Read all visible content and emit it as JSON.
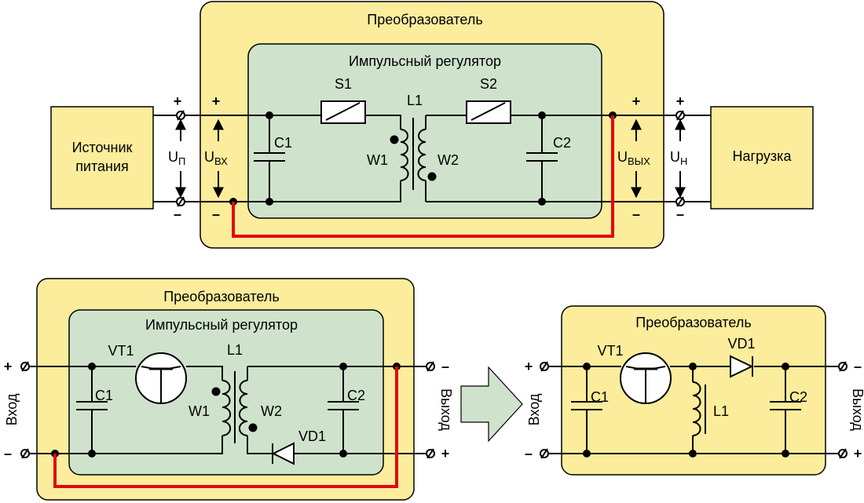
{
  "colors": {
    "converter_fill": "#fbed9c",
    "converter_stroke": "#000000",
    "regulator_fill": "#cfe3cc",
    "block_fill": "#fbed9c",
    "wire": "#000000",
    "ground_wire": "#e30613",
    "arrow_fill": "#cfe3cc"
  },
  "top": {
    "converter_label": "Преобразователь",
    "regulator_label": "Импульсный регулятор",
    "source_line1": "Источник",
    "source_line2": "питания",
    "load_label": "Нагрузка",
    "plus": "+",
    "minus": "–",
    "u_p_main": "U",
    "u_p_sub": "П",
    "u_in_main": "U",
    "u_in_sub": "ВХ",
    "u_out_main": "U",
    "u_out_sub": "ВЫХ",
    "u_h_main": "U",
    "u_h_sub": "Н",
    "s1": "S1",
    "s2": "S2",
    "l1": "L1",
    "c1": "C1",
    "c2": "C2",
    "w1": "W1",
    "w2": "W2"
  },
  "bottom_left": {
    "converter_label": "Преобразователь",
    "regulator_label": "Импульсный регулятор",
    "input_label": "Вход",
    "output_label": "Выход",
    "vt1": "VT1",
    "l1": "L1",
    "c1": "C1",
    "c2": "C2",
    "w1": "W1",
    "w2": "W2",
    "vd1": "VD1",
    "plus": "+",
    "minus": "–"
  },
  "bottom_right": {
    "converter_label": "Преобразователь",
    "input_label": "Вход",
    "output_label": "Выход",
    "vt1": "VT1",
    "vd1": "VD1",
    "l1": "L1",
    "c1": "C1",
    "c2": "C2",
    "plus": "+",
    "minus": "–"
  }
}
